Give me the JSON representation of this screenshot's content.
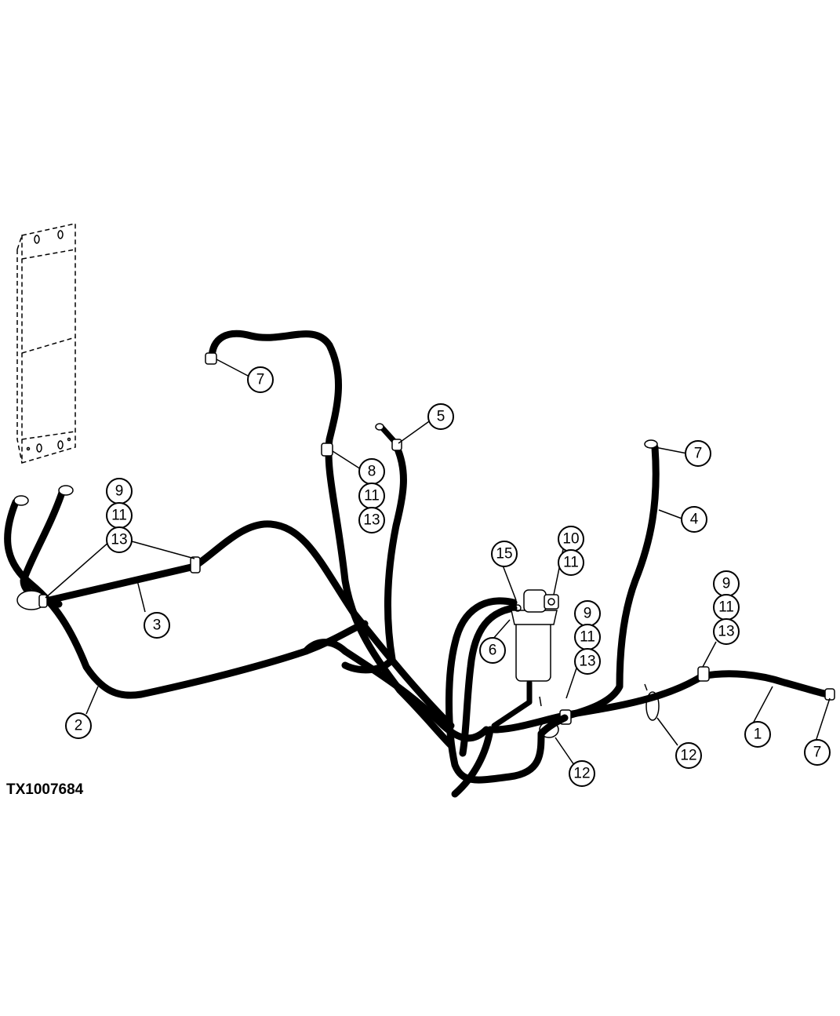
{
  "figure_id": "TX1007684",
  "callouts": {
    "c1": "1",
    "c2": "2",
    "c3": "3",
    "c4": "4",
    "c5": "5",
    "c6": "6",
    "c7a": "7",
    "c7b": "7",
    "c7c": "7",
    "c8": "8",
    "c9a": "9",
    "c9b": "9",
    "c9c": "9",
    "c10": "10",
    "c11a": "11",
    "c11b": "11",
    "c11c": "11",
    "c11d": "11",
    "c11e": "11",
    "c12a": "12",
    "c12b": "12",
    "c13a": "13",
    "c13b": "13",
    "c13c": "13",
    "c13d": "13",
    "c15": "15"
  }
}
